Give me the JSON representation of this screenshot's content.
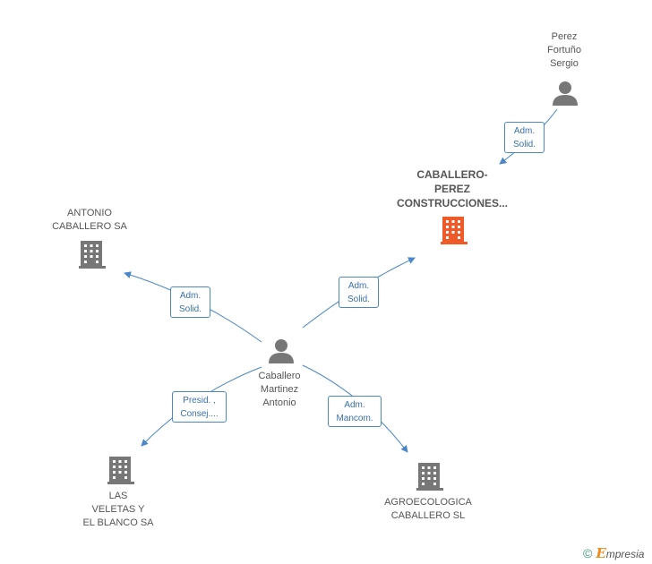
{
  "nodes": {
    "perez": {
      "lines": [
        "Perez",
        "Fortuño",
        "Sergio"
      ],
      "type": "person"
    },
    "caballero_perez": {
      "lines": [
        "CABALLERO-",
        "PEREZ",
        "CONSTRUCCIONES..."
      ],
      "type": "company-highlight"
    },
    "antonio_sa": {
      "lines": [
        "ANTONIO",
        "CABALLERO SA"
      ],
      "type": "company"
    },
    "caballero": {
      "lines": [
        "Caballero",
        "Martinez",
        "Antonio"
      ],
      "type": "person"
    },
    "las_veletas": {
      "lines": [
        "LAS",
        "VELETAS Y",
        "EL BLANCO SA"
      ],
      "type": "company"
    },
    "agroecologica": {
      "lines": [
        "AGROECOLOGICA",
        "CABALLERO SL"
      ],
      "type": "company"
    }
  },
  "roles": {
    "perez_to_cp": [
      "Adm.",
      "Solid."
    ],
    "cab_to_cp": [
      "Adm.",
      "Solid."
    ],
    "cab_to_antonio": [
      "Adm.",
      "Solid."
    ],
    "cab_to_veletas": [
      "Presid. ,",
      "Consej...."
    ],
    "cab_to_agro": [
      "Adm.",
      "Mancom."
    ]
  },
  "footer": {
    "copyright": "©",
    "brand_initial": "E",
    "brand_rest": "mpresia"
  },
  "colors": {
    "edge": "#4a86c8",
    "node_gray": "#777777",
    "highlight": "#f05a28"
  }
}
